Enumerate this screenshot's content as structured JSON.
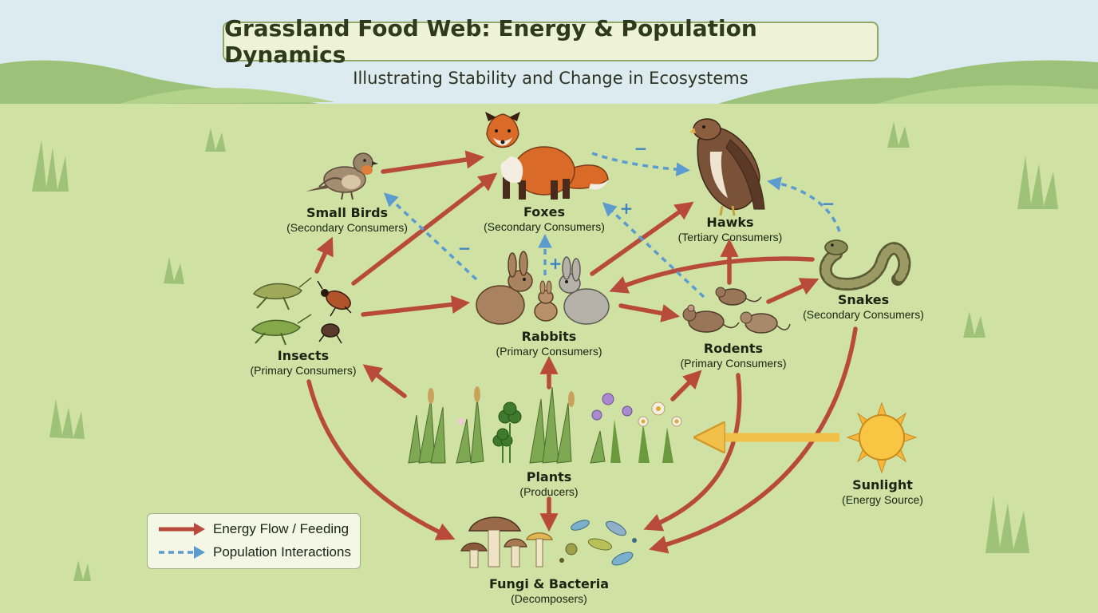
{
  "title": "Grassland Food Web: Energy & Population Dynamics",
  "subtitle": "Illustrating Stability and Change in Ecosystems",
  "colors": {
    "energy_arrow": "#b84a3c",
    "population_arrow": "#5b9bd0",
    "sunlight_arrow": "#f0c04a",
    "background": "#cfe2a4",
    "sky": "#dcebf0"
  },
  "nodes": {
    "small_birds": {
      "name": "Small Birds",
      "role": "(Secondary Consumers)",
      "icon": "bird-icon"
    },
    "foxes": {
      "name": "Foxes",
      "role": "(Secondary Consumers)",
      "icon": "fox-icon"
    },
    "hawks": {
      "name": "Hawks",
      "role": "(Tertiary Consumers)",
      "icon": "hawk-icon"
    },
    "insects": {
      "name": "Insects",
      "role": "(Primary Consumers)",
      "icon": "insects-icon"
    },
    "rabbits": {
      "name": "Rabbits",
      "role": "(Primary Consumers)",
      "icon": "rabbits-icon"
    },
    "rodents": {
      "name": "Rodents",
      "role": "(Primary Consumers)",
      "icon": "rodents-icon"
    },
    "snakes": {
      "name": "Snakes",
      "role": "(Secondary Consumers)",
      "icon": "snake-icon"
    },
    "plants": {
      "name": "Plants",
      "role": "(Producers)",
      "icon": "plants-icon"
    },
    "sunlight": {
      "name": "Sunlight",
      "role": "(Energy Source)",
      "icon": "sun-icon"
    },
    "decomposers": {
      "name": "Fungi & Bacteria",
      "role": "(Decomposers)",
      "icon": "fungi-bacteria-icon"
    }
  },
  "population_signs": {
    "foxes_to_hawks": "−",
    "rabbits_to_foxes": "+",
    "rodents_to_foxes": "+",
    "rabbits_to_birds": "−",
    "snakes_to_hawks": "−"
  },
  "legend": {
    "energy_label": "Energy Flow / Feeding",
    "population_label": "Population Interactions"
  }
}
